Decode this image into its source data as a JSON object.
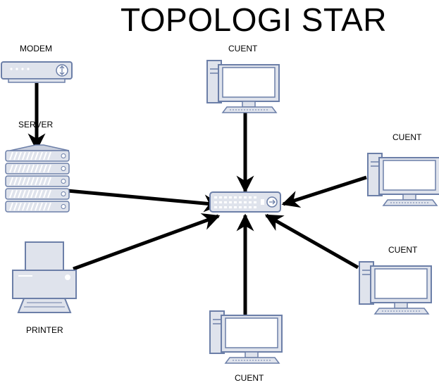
{
  "title": "TOPOLOGI STAR",
  "nodes": {
    "modem": {
      "label": "MODEM",
      "icon": "modem-icon"
    },
    "server": {
      "label": "SERVER",
      "icon": "server-icon"
    },
    "printer": {
      "label": "PRINTER",
      "icon": "printer-icon"
    },
    "client_top": {
      "label": "CUENT",
      "icon": "desktop-computer-icon"
    },
    "client_right_upper": {
      "label": "CUENT",
      "icon": "desktop-computer-icon"
    },
    "client_right_lower": {
      "label": "CUENT",
      "icon": "desktop-computer-icon"
    },
    "client_bottom": {
      "label": "CUENT",
      "icon": "desktop-computer-icon"
    },
    "hub": {
      "icon": "network-switch-icon"
    }
  },
  "colors": {
    "device_fill": "#dfe3ec",
    "device_stroke": "#6c7fa8",
    "screen_fill": "#ffffff",
    "connector": "#000000"
  }
}
